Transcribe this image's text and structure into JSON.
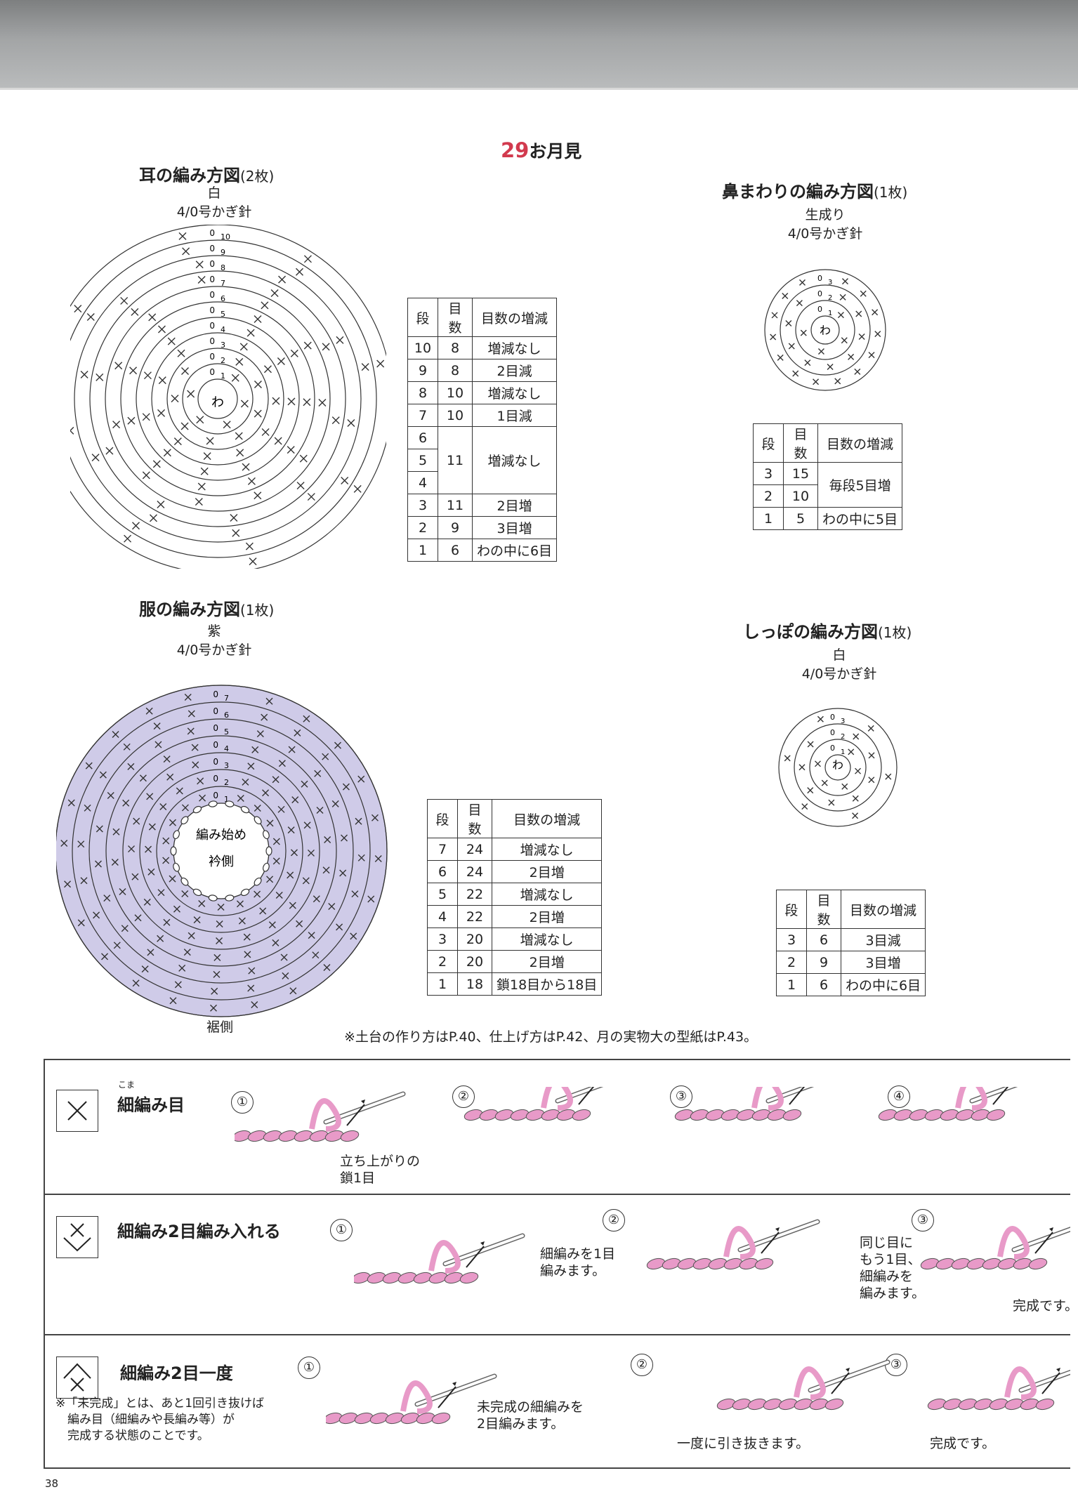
{
  "header": {
    "number": "29",
    "title": "お月見"
  },
  "ear": {
    "title": "耳の編み方図",
    "count": "(2枚)",
    "color": "白",
    "hook": "4/0号かぎ針",
    "center": "わ",
    "ring_labels": [
      "1",
      "2",
      "3",
      "4",
      "5",
      "6",
      "7",
      "8",
      "9",
      "10"
    ],
    "chain": "0",
    "table": {
      "headers": [
        "段",
        "目数",
        "目数の増減"
      ],
      "rows": [
        [
          "10",
          "8",
          "増減なし"
        ],
        [
          "9",
          "8",
          "2目減"
        ],
        [
          "8",
          "10",
          "増減なし"
        ],
        [
          "7",
          "10",
          "1目減"
        ],
        [
          "6",
          "",
          ""
        ],
        [
          "5",
          "11",
          "増減なし"
        ],
        [
          "4",
          "",
          ""
        ],
        [
          "3",
          "11",
          "2目増"
        ],
        [
          "2",
          "9",
          "3目増"
        ],
        [
          "1",
          "6",
          "わの中に6目"
        ]
      ]
    }
  },
  "nose": {
    "title": "鼻まわりの編み方図",
    "count": "(1枚)",
    "color": "生成り",
    "hook": "4/0号かぎ針",
    "center": "わ",
    "ring_labels": [
      "1",
      "2",
      "3"
    ],
    "chain": "0",
    "table": {
      "headers": [
        "段",
        "目数",
        "目数の増減"
      ],
      "rows": [
        [
          "3",
          "15",
          "毎段5目増"
        ],
        [
          "2",
          "10",
          ""
        ],
        [
          "1",
          "5",
          "わの中に5目"
        ]
      ]
    }
  },
  "clothes": {
    "title": "服の編み方図",
    "count": "(1枚)",
    "color": "紫",
    "hook": "4/0号かぎ針",
    "start_label": "編み始め",
    "inner_label": "衿側",
    "outer_label": "裾側",
    "ring_labels": [
      "1",
      "2",
      "3",
      "4",
      "5",
      "6",
      "7"
    ],
    "chain": "0",
    "fill_color": "#cfcbe8",
    "table": {
      "headers": [
        "段",
        "目数",
        "目数の増減"
      ],
      "rows": [
        [
          "7",
          "24",
          "増減なし"
        ],
        [
          "6",
          "24",
          "2目増"
        ],
        [
          "5",
          "22",
          "増減なし"
        ],
        [
          "4",
          "22",
          "2目増"
        ],
        [
          "3",
          "20",
          "増減なし"
        ],
        [
          "2",
          "20",
          "2目増"
        ],
        [
          "1",
          "18",
          "鎖18目から18目"
        ]
      ]
    }
  },
  "tail": {
    "title": "しっぽの編み方図",
    "count": "(1枚)",
    "color": "白",
    "hook": "4/0号かぎ針",
    "center": "わ",
    "ring_labels": [
      "1",
      "2",
      "3"
    ],
    "chain": "0",
    "table": {
      "headers": [
        "段",
        "目数",
        "目数の増減"
      ],
      "rows": [
        [
          "3",
          "6",
          "3目減"
        ],
        [
          "2",
          "9",
          "3目増"
        ],
        [
          "1",
          "6",
          "わの中に6目"
        ]
      ]
    }
  },
  "note": "※土台の作り方はP.40、仕上げ方はP.42、月の実物大の型紙はP.43。",
  "legend": {
    "sc": {
      "ruby": "こま",
      "title": "細編み目",
      "steps": [
        "①",
        "②",
        "③",
        "④"
      ],
      "caption": "立ち上がりの\n鎖1目"
    },
    "inc": {
      "title": "細編み2目編み入れる",
      "steps": [
        "①",
        "②",
        "③"
      ],
      "caption1": "細編みを1目\n編みます。",
      "caption2": "同じ目に\nもう1目、\n細編みを\n編みます。",
      "caption3": "完成です。"
    },
    "dec": {
      "title": "細編み2目一度",
      "steps": [
        "①",
        "②",
        "③"
      ],
      "note": "※「未完成」とは、あと1回引き抜けば\n　編み目（細編みや長編み等）が\n　完成する状態のことです。",
      "caption1": "未完成の細編みを\n2目編みます。",
      "caption2": "一度に引き抜きます。",
      "caption3": "完成です。"
    },
    "yarn_color": "#e89ac8"
  },
  "page_number": "38"
}
